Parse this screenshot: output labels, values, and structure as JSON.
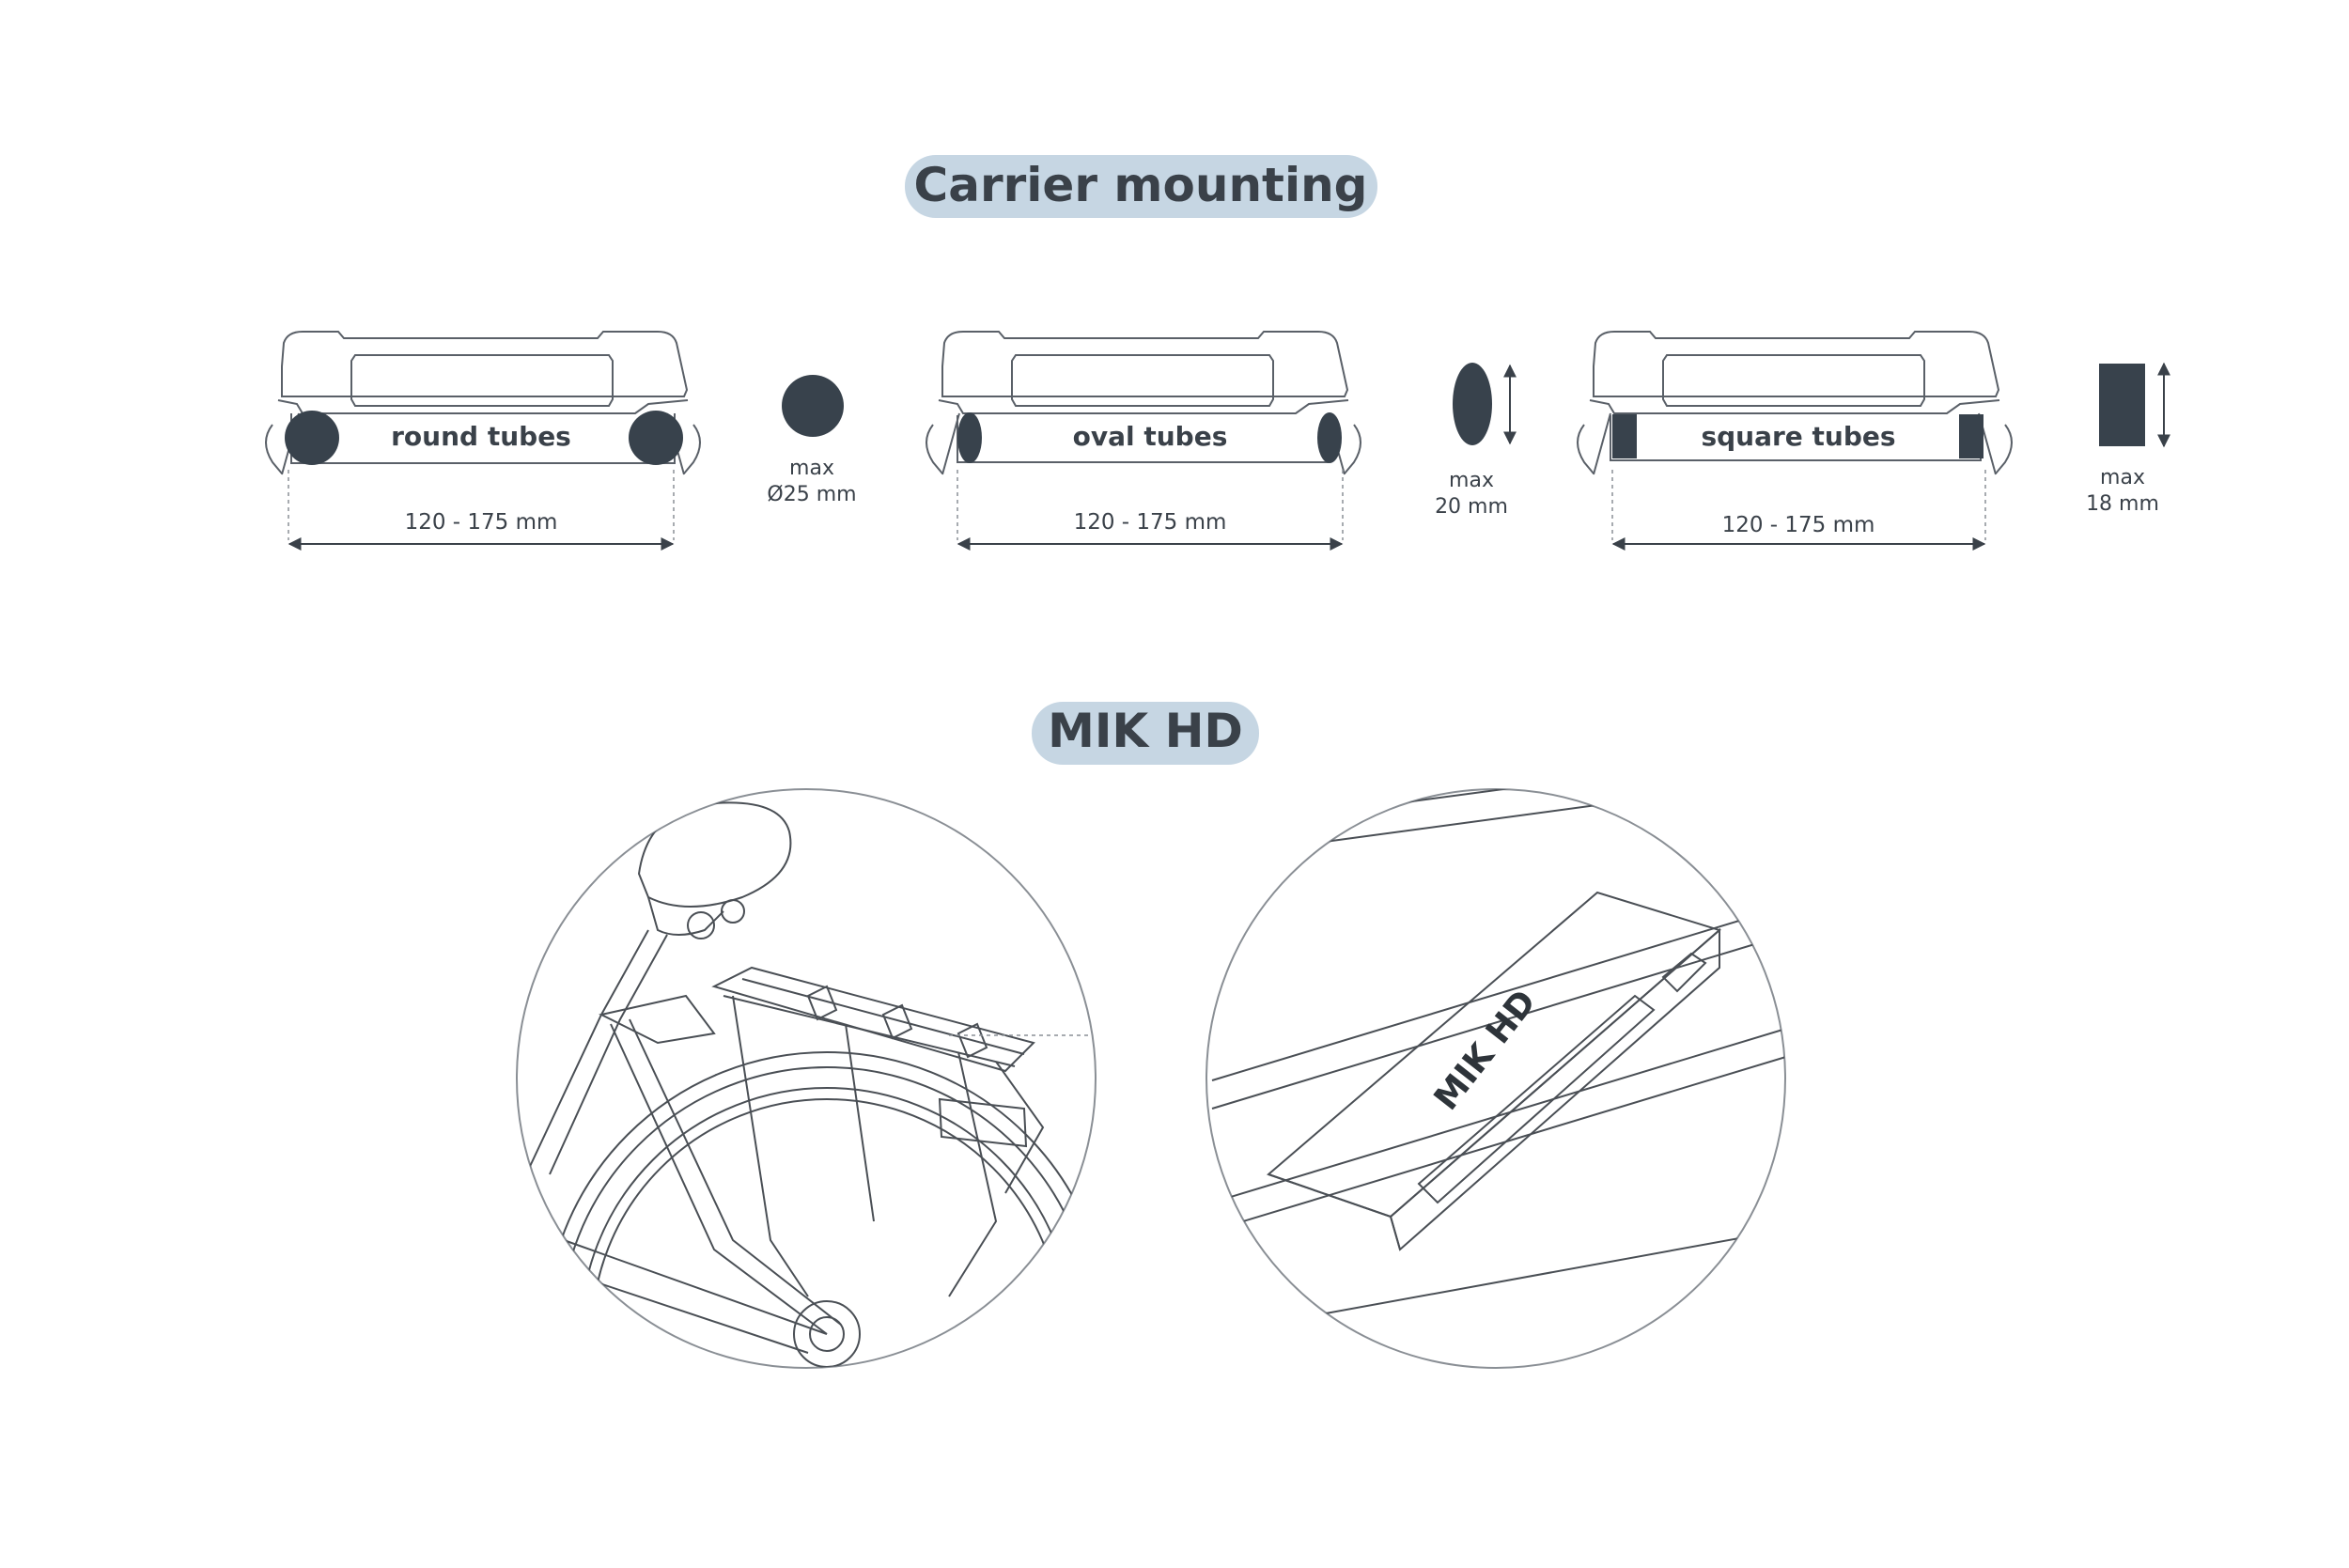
{
  "carrier_section": {
    "title": "Carrier mounting",
    "tubes": [
      {
        "label": "round tubes",
        "width_range": "120 - 175 mm",
        "max_label": "max",
        "max_value": "Ø25 mm"
      },
      {
        "label": "oval tubes",
        "width_range": "120 - 175 mm",
        "max_label": "max",
        "max_value": "20 mm"
      },
      {
        "label": "square tubes",
        "width_range": "120 - 175 mm",
        "max_label": "max",
        "max_value": "18 mm"
      }
    ]
  },
  "mik_section": {
    "title": "MIK HD",
    "plate_marking": "MIK HD"
  },
  "colors": {
    "pill": "#c6d6e3",
    "heading": "#3a4149",
    "tube_fill": "#38424c",
    "line": "#4a4f55",
    "light_line": "#8a8f95"
  }
}
